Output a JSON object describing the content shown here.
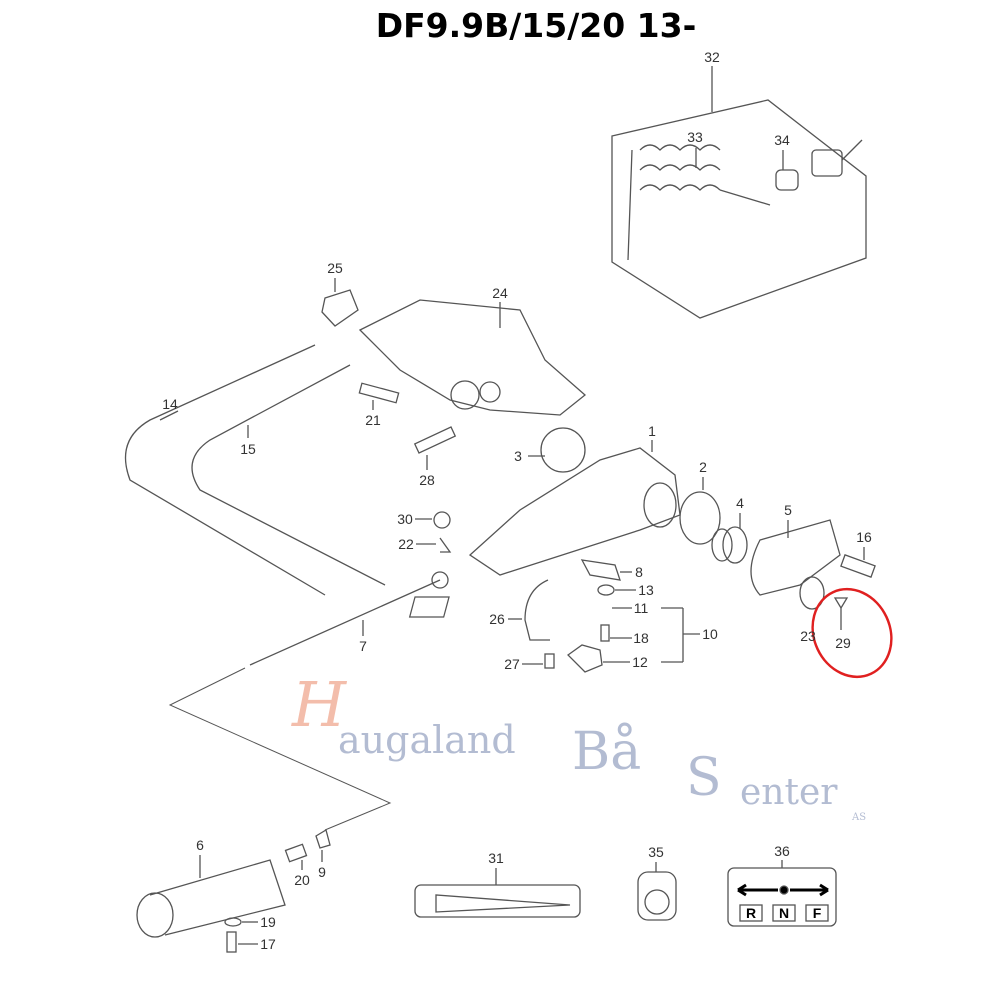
{
  "title": "DF9.9B/15/20 13-",
  "watermark": {
    "initial": "H",
    "word1": "augaland",
    "word2": "Bå",
    "initial2": "S",
    "word3": "enter",
    "suffix": "AS"
  },
  "highlight_color": "#e02020",
  "highlighted_part": "29",
  "parts": {
    "p1": "1",
    "p2": "2",
    "p3": "3",
    "p4": "4",
    "p5": "5",
    "p6": "6",
    "p7": "7",
    "p8": "8",
    "p9": "9",
    "p10": "10",
    "p11": "11",
    "p12": "12",
    "p13": "13",
    "p14": "14",
    "p15": "15",
    "p16": "16",
    "p17": "17",
    "p18": "18",
    "p19": "19",
    "p20": "20",
    "p21": "21",
    "p22": "22",
    "p23": "23",
    "p24": "24",
    "p25": "25",
    "p26": "26",
    "p27": "27",
    "p28": "28",
    "p29": "29",
    "p30": "30",
    "p31": "31",
    "p32": "32",
    "p33": "33",
    "p34": "34",
    "p35": "35",
    "p36": "36"
  },
  "shift_decal": {
    "r": "R",
    "n": "N",
    "f": "F"
  }
}
